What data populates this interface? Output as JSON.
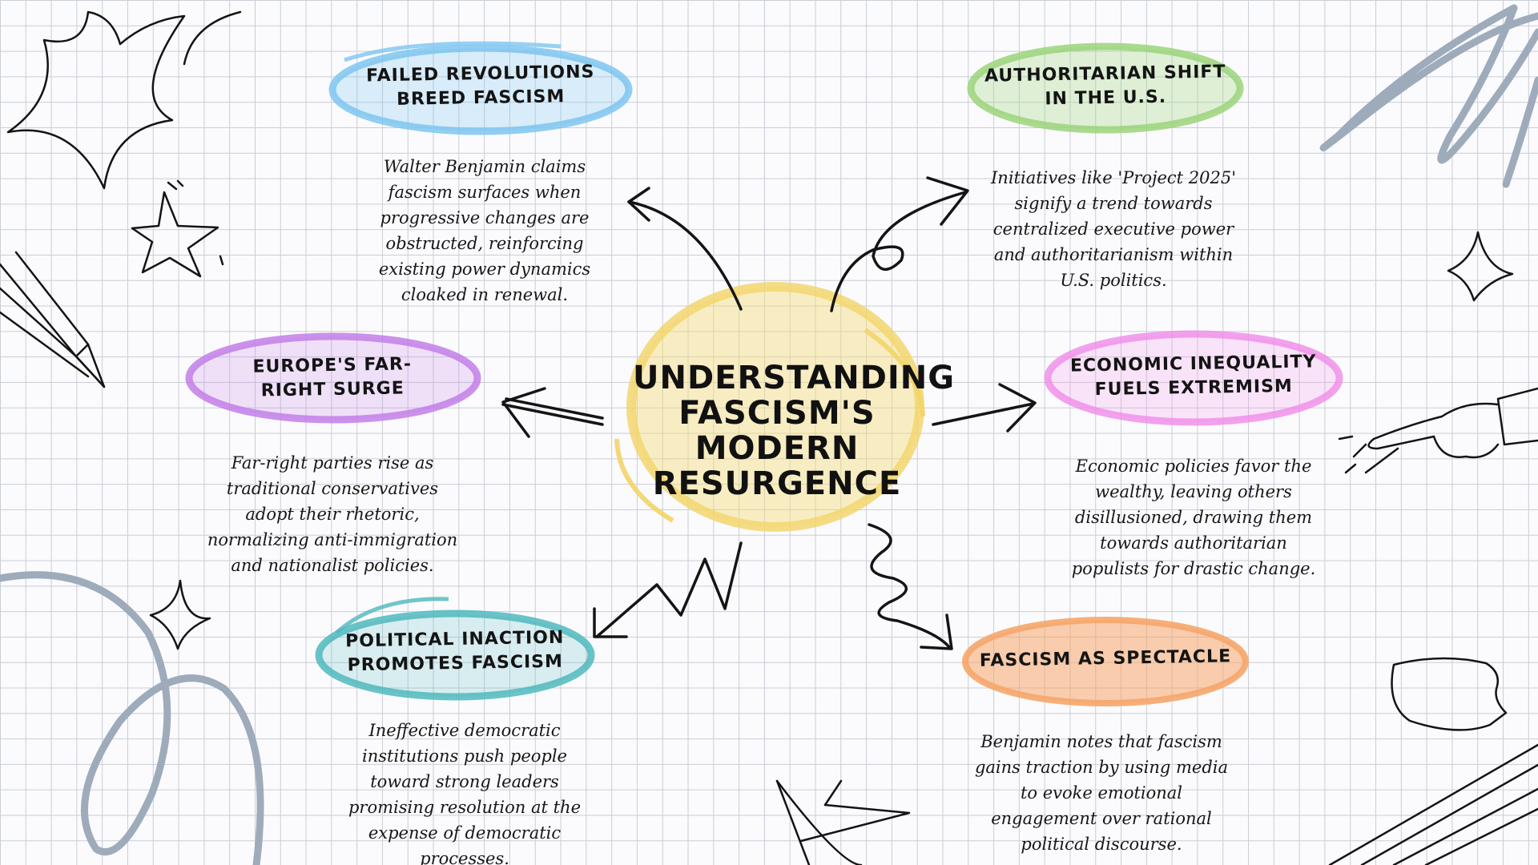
{
  "center": {
    "title": "UNDERSTANDING FASCISM'S MODERN RESURGENCE"
  },
  "nodes": [
    {
      "id": "failed-revolutions",
      "title": "FAILED REVOLUTIONS BREED FASCISM",
      "description": "Walter Benjamin claims fascism surfaces when progressive changes are obstructed, reinforcing existing power dynamics cloaked in renewal.",
      "color": "#7ec5f0"
    },
    {
      "id": "authoritarian-shift",
      "title": "AUTHORITARIAN SHIFT IN THE U.S.",
      "description": "Initiatives like 'Project 2025' signify a trend towards centralized executive power and authoritarianism within U.S. politics.",
      "color": "#9bd47a"
    },
    {
      "id": "europe-far-right",
      "title": "EUROPE'S FAR-RIGHT SURGE",
      "description": "Far-right parties rise as traditional conservatives adopt their rhetoric, normalizing anti-immigration and nationalist policies.",
      "color": "#c27ee8"
    },
    {
      "id": "economic-inequality",
      "title": "ECONOMIC INEQUALITY FUELS EXTREMISM",
      "description": "Economic policies favor the wealthy, leaving others disillusioned, drawing them towards authoritarian populists for drastic change.",
      "color": "#f08be8"
    },
    {
      "id": "political-inaction",
      "title": "POLITICAL INACTION PROMOTES FASCISM",
      "description": "Ineffective democratic institutions push people toward strong leaders promising resolution at the expense of democratic processes.",
      "color": "#4fb8bd"
    },
    {
      "id": "fascism-spectacle",
      "title": "FASCISM AS SPECTACLE",
      "description": "Benjamin notes that fascism gains traction by using media to evoke emotional engagement over rational political discourse.",
      "color": "#f5a66a"
    }
  ],
  "colors": {
    "center_highlight": "#f5dc7a",
    "grid_line": "#c9cdd6",
    "doodle_gray": "#9eabbb",
    "ink": "#141414"
  }
}
